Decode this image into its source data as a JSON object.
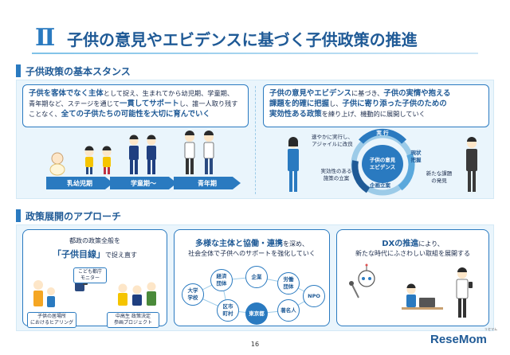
{
  "header": {
    "numeral": "Ⅱ",
    "title": "子供の意見やエビデンスに基づく子供政策の推進"
  },
  "stance": {
    "section_title": "子供政策の基本スタンス",
    "left_lines": [
      {
        "parts": [
          {
            "t": "子供を客体でなく主体",
            "hl": true
          },
          {
            "t": "として捉え、生まれてから幼児期、学童期、",
            "hl": false
          }
        ]
      },
      {
        "parts": [
          {
            "t": "青年期など、ステージを通じて",
            "hl": false
          },
          {
            "t": "一貫してサポート",
            "hl": true
          },
          {
            "t": "し、誰一人取り残す",
            "hl": false
          }
        ]
      },
      {
        "parts": [
          {
            "t": "ことなく、",
            "hl": false
          },
          {
            "t": "全ての子供たちの可能性を大切に育んでいく",
            "hl": true
          }
        ]
      }
    ],
    "stages": [
      "乳幼児期",
      "学童期〜",
      "青年期"
    ],
    "right_lines": [
      {
        "parts": [
          {
            "t": "子供の意見やエビデンス",
            "hl": true
          },
          {
            "t": "に基づき、",
            "hl": false
          },
          {
            "t": "子供の実情や抱える",
            "hl": true
          }
        ]
      },
      {
        "parts": [
          {
            "t": "課題を的確に把握",
            "hl": true
          },
          {
            "t": "し、",
            "hl": false
          },
          {
            "t": "子供に寄り添った子供のための",
            "hl": true
          }
        ]
      },
      {
        "parts": [
          {
            "t": "実効性ある政策",
            "hl": true
          },
          {
            "t": "を練り上げ、機動的に展開していく",
            "hl": false
          }
        ]
      }
    ],
    "cycle": {
      "center": "子供の意見\nエビデンス",
      "top": "実 行",
      "right": "現状\n把握",
      "bottom": "企画立案",
      "note_top": "速やかに実行し、\nアジャイルに改良",
      "note_left": "実効性のある\n施策の立案",
      "note_right": "新たな課題\nの発見"
    }
  },
  "approach": {
    "section_title": "政策展開のアプローチ",
    "card1": {
      "line1": "都政の政策全般を",
      "highlight": "「子供目線」",
      "suffix": "で捉え直す",
      "labels": [
        "こども都庁\nモニター",
        "子供の居場所\nにおけるヒアリング",
        "中高生 政策決定\n参画プロジェクト"
      ]
    },
    "card2": {
      "hl1": "多様な主体と協働・連携",
      "rest1": "を深め、",
      "line2": "社会全体で子供へのサポートを強化していく",
      "circles": [
        "大学\n学校",
        "経済\n団体",
        "企業",
        "労働\n団体",
        "NPO",
        "区市\n町村",
        "東京都",
        "著名人"
      ]
    },
    "card3": {
      "hl1": "DXの推進",
      "rest1": "により、",
      "line2": "新たな時代にふさわしい取組を展開する"
    }
  },
  "footer": {
    "page_number": "16",
    "watermark": "ReseMom",
    "watermark_sub": "リセマム"
  }
}
